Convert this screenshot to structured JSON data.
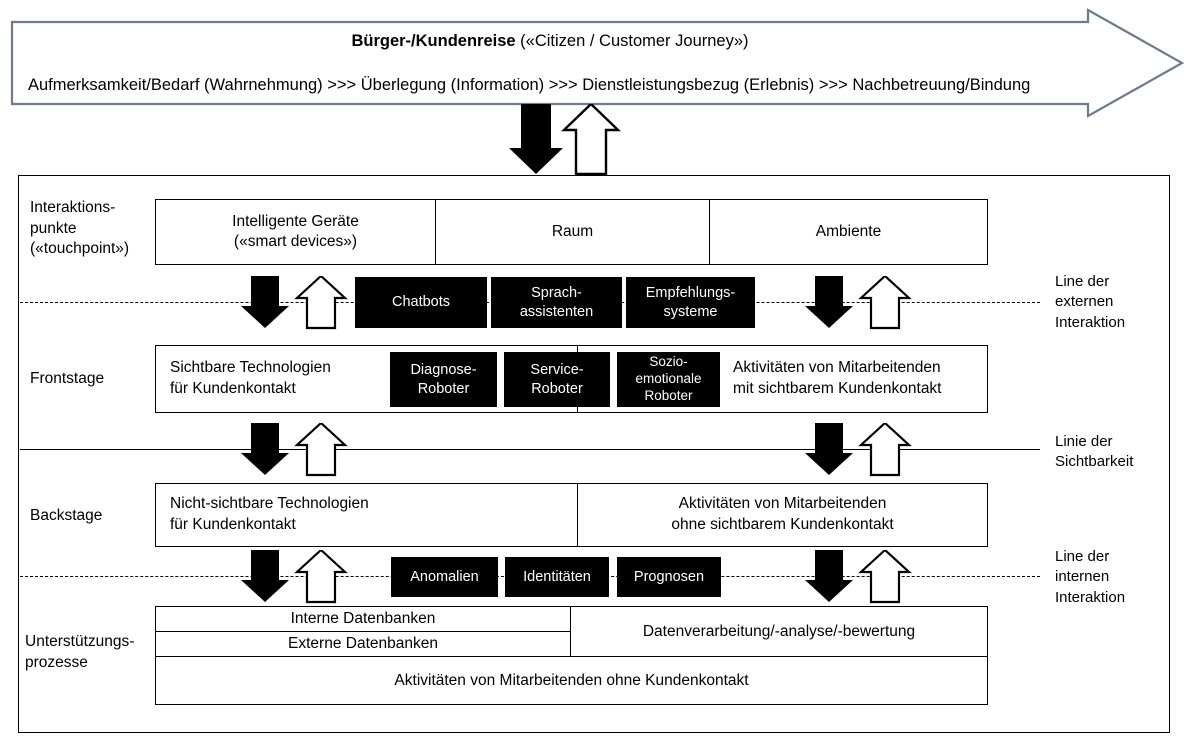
{
  "journey": {
    "title_bold": "Bürger-/Kundenreise",
    "title_rest": " («Citizen / Customer Journey»)",
    "stages_text": "Aufmerksamkeit/Bedarf (Wahrnehmung) >>> Überlegung (Information) >>> Dienstleistungsbezug (Erlebnis) >>> Nachbetreuung/Bindung",
    "stages": [
      "Aufmerksamkeit/Bedarf (Wahrnehmung)",
      "Überlegung (Information)",
      "Dienstleistungsbezug (Erlebnis)",
      "Nachbetreuung/Bindung"
    ],
    "separator": ">>>"
  },
  "rows": {
    "touchpoints": {
      "label": "Interaktions-\npunkte\n(«touchpoint»)",
      "label_lines": [
        "Interaktions-",
        "punkte",
        "(«touchpoint»)"
      ],
      "cells": [
        "Intelligente Geräte\n(«smart devices»)",
        "Raum",
        "Ambiente"
      ],
      "cell0_lines": [
        "Intelligente Geräte",
        "(«smart devices»)"
      ]
    },
    "frontstage": {
      "label": "Frontstage",
      "left_cell_lines": [
        "Sichtbare Technologien",
        "für Kundenkontakt"
      ],
      "right_cell_lines": [
        "Aktivitäten von Mitarbeitenden",
        "mit sichtbarem Kundenkontakt"
      ],
      "chips": [
        {
          "lines": [
            "Diagnose-",
            "Roboter"
          ]
        },
        {
          "lines": [
            "Service-",
            "Roboter"
          ]
        },
        {
          "lines": [
            "Sozio-",
            "emotionale",
            "Roboter"
          ]
        }
      ]
    },
    "backstage": {
      "label": "Backstage",
      "left_cell_lines": [
        "Nicht-sichtbare Technologien",
        "für Kundenkontakt"
      ],
      "right_cell_lines": [
        "Aktivitäten von Mitarbeitenden",
        "ohne sichtbarem Kundenkontakt"
      ]
    },
    "support": {
      "label_lines": [
        "Unterstützungs-",
        "prozesse"
      ],
      "db_internal": "Interne Datenbanken",
      "db_external": "Externe Datenbanken",
      "data_processing": "Datenverarbeitung/-analyse/-bewertung",
      "bottom_cell": "Aktivitäten von Mitarbeitenden ohne Kundenkontakt"
    }
  },
  "chips_external": [
    {
      "lines": [
        "Chatbots"
      ]
    },
    {
      "lines": [
        "Sprach-",
        "assistenten"
      ]
    },
    {
      "lines": [
        "Empfehlungs-",
        "systeme"
      ]
    }
  ],
  "chips_internal": [
    {
      "lines": [
        "Anomalien"
      ]
    },
    {
      "lines": [
        "Identitäten"
      ]
    },
    {
      "lines": [
        "Prognosen"
      ]
    }
  ],
  "separator_lines": [
    {
      "id": "external",
      "lines": [
        "Line der",
        "externen",
        "Interaktion"
      ],
      "style": "dashed"
    },
    {
      "id": "visibility",
      "lines": [
        "Linie der",
        "Sichtbarkeit"
      ],
      "style": "solid"
    },
    {
      "id": "internal",
      "lines": [
        "Line der",
        "internen",
        "Interaktion"
      ],
      "style": "dashed"
    }
  ],
  "colors": {
    "ink": "#000000",
    "paper": "#ffffff",
    "chip_fill": "#000000",
    "chip_text": "#ffffff",
    "journey_border": "#6e7b8b"
  }
}
